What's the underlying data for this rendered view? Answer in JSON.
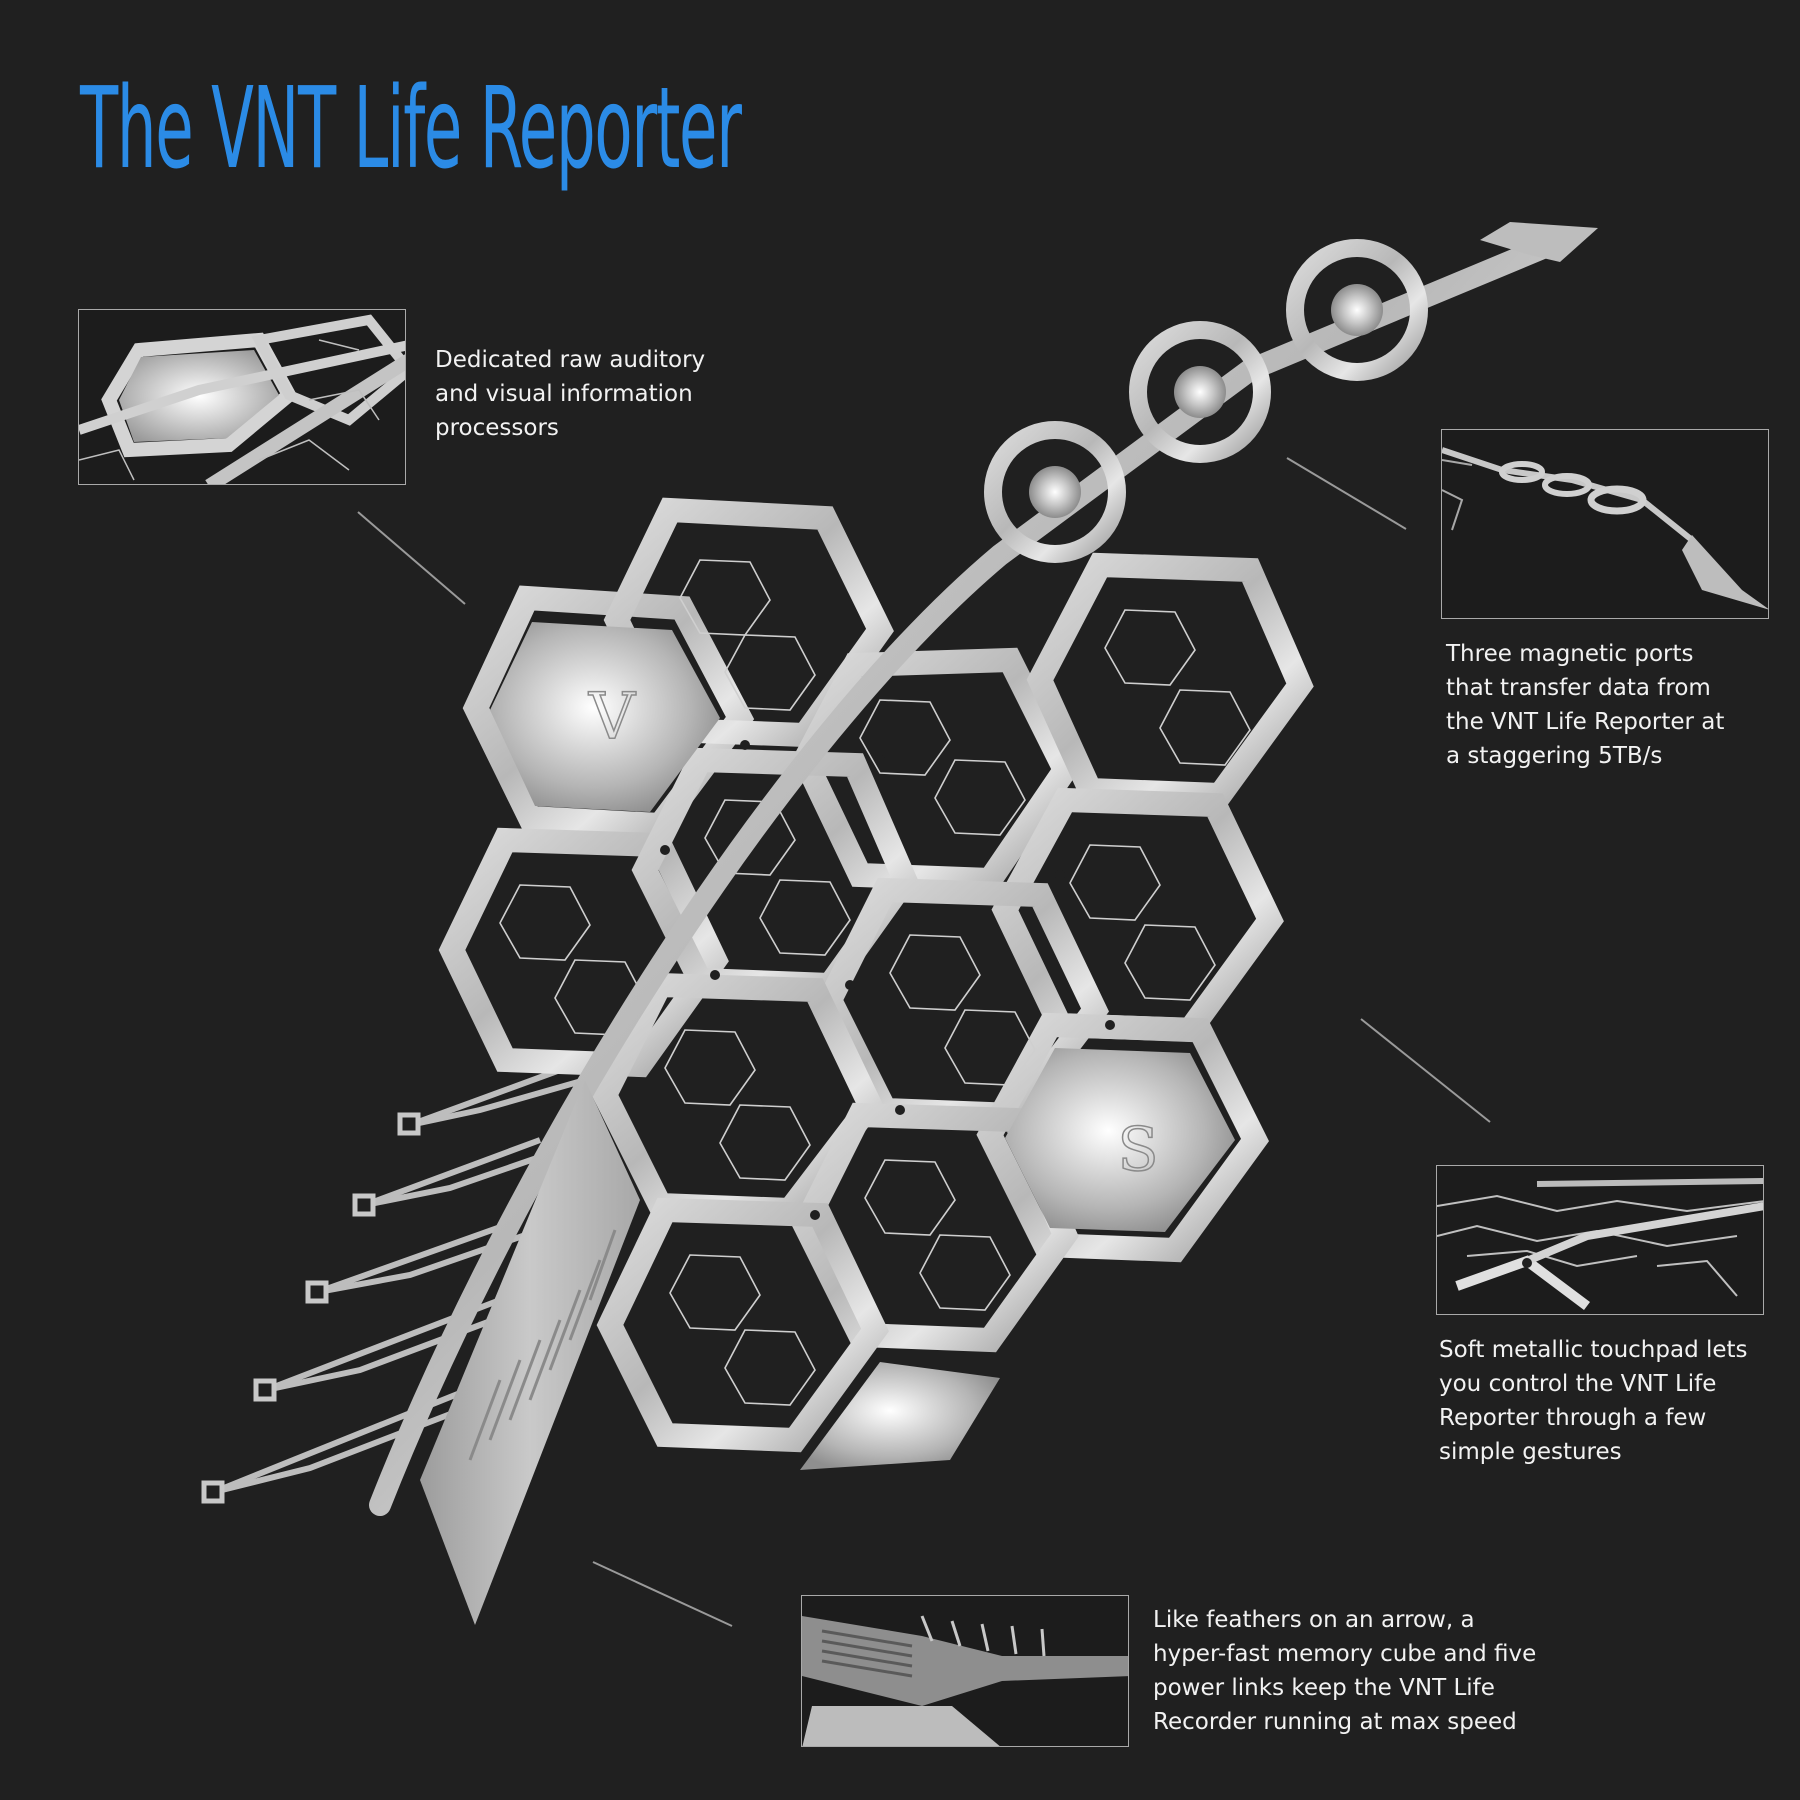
{
  "title": "The VNT Life Reporter",
  "device": {
    "hex_top_letter": "V",
    "hex_bottom_letter": "S"
  },
  "callouts": {
    "processors": {
      "lines": [
        "Dedicated raw auditory",
        "and visual information",
        "processors"
      ]
    },
    "ports": {
      "lines": [
        "Three magnetic ports",
        "that transfer data from",
        "the VNT Life Reporter at",
        "a staggering 5TB/s"
      ]
    },
    "touchpad": {
      "lines": [
        "Soft metallic touchpad lets",
        "you control the VNT Life",
        "Reporter through a few",
        "simple gestures"
      ]
    },
    "memory": {
      "lines": [
        "Like feathers on an arrow, a",
        "hyper-fast memory cube and five",
        "power links keep the VNT Life",
        "Recorder running at max speed"
      ]
    }
  },
  "colors": {
    "background": "#202020",
    "title": "#2b8be6",
    "text": "#f2f2f2",
    "metal_light": "#f4f4f4",
    "metal_dark": "#8c8c8c"
  }
}
